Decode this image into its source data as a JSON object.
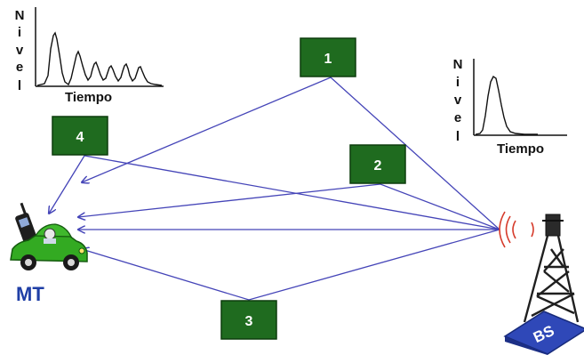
{
  "colors": {
    "ray": "#4545b8",
    "box_fill": "#1f6b1f",
    "box_border": "#0d3d0d",
    "box_text": "#ffffff",
    "mt_label": "#1f3fa6",
    "car_green": "#33aa22",
    "tower": "#222222",
    "tower_base": "#2f48b8",
    "signal_waves": "#d63b2b"
  },
  "paths": [
    {
      "label": "1"
    },
    {
      "label": "2"
    },
    {
      "label": "3"
    },
    {
      "label": "4"
    }
  ],
  "plots": {
    "received": {
      "ylabel_letters": [
        "N",
        "i",
        "v",
        "e",
        "l"
      ],
      "xlabel": "Tiempo"
    },
    "transmitted": {
      "ylabel_letters": [
        "N",
        "i",
        "v",
        "e",
        "l"
      ],
      "xlabel": "Tiempo"
    }
  },
  "mobile_terminal": {
    "label": "MT",
    "icon": "car-with-phone-icon"
  },
  "base_station": {
    "label": "BS",
    "icon": "radio-tower-icon"
  }
}
